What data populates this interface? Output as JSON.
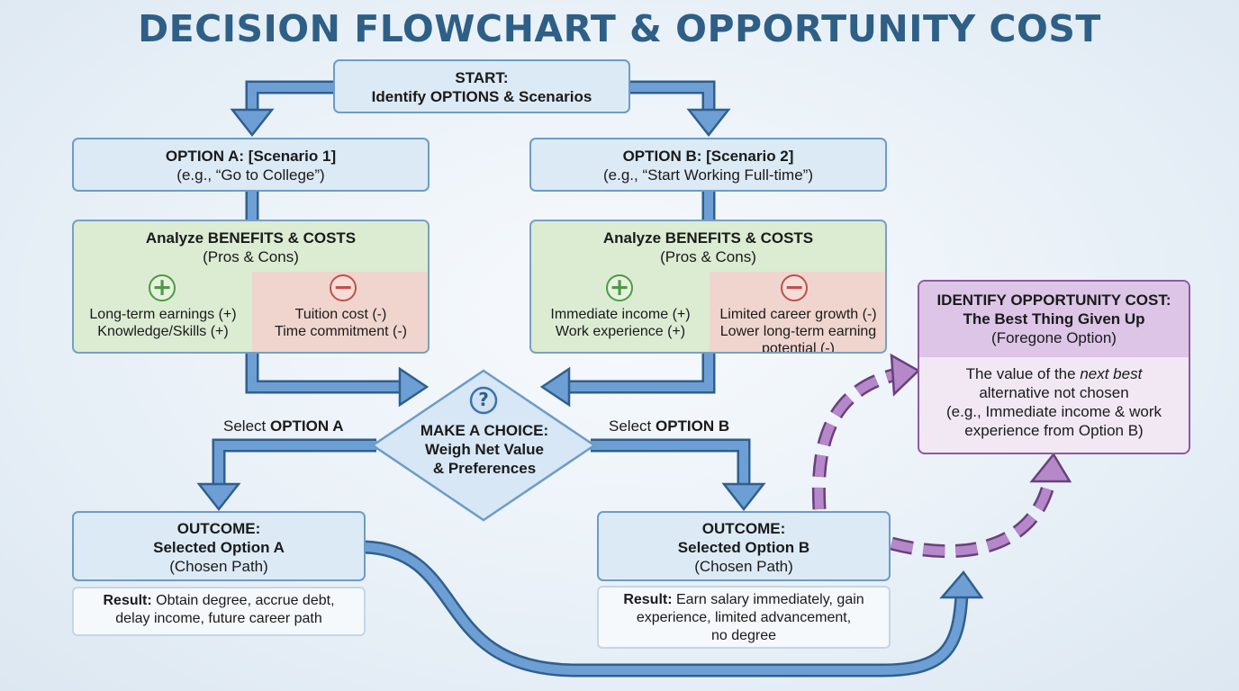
{
  "title": "DECISION FLOWCHART & OPPORTUNITY COST",
  "start": {
    "line1": "START:",
    "line2": "Identify OPTIONS & Scenarios"
  },
  "option_a": {
    "title": "OPTION A: [Scenario 1]",
    "example": "(e.g., “Go to College”)"
  },
  "option_b": {
    "title": "OPTION B: [Scenario 2]",
    "example": "(e.g., “Start Working Full-time”)"
  },
  "analysis_a": {
    "heading": "Analyze BENEFITS & COSTS",
    "sub": "(Pros & Cons)",
    "pros": [
      "Long-term earnings (+)",
      "Knowledge/Skills (+)"
    ],
    "cons": [
      "Tuition cost (-)",
      "Time commitment (-)"
    ]
  },
  "analysis_b": {
    "heading": "Analyze BENEFITS & COSTS",
    "sub": "(Pros & Cons)",
    "pros": [
      "Immediate income (+)",
      "Work experience (+)"
    ],
    "cons": [
      "Limited career growth (-)",
      "Lower long-term earning",
      "potential (-)"
    ]
  },
  "decision": {
    "icon": "?",
    "line1": "MAKE A CHOICE:",
    "line2": "Weigh Net Value",
    "line3": "& Preferences"
  },
  "select_a": {
    "prefix": "Select ",
    "option": "OPTION A"
  },
  "select_b": {
    "prefix": "Select ",
    "option": "OPTION B"
  },
  "outcome_a": {
    "line1": "OUTCOME:",
    "line2": "Selected Option A",
    "line3": "(Chosen Path)"
  },
  "outcome_b": {
    "line1": "OUTCOME:",
    "line2": "Selected Option B",
    "line3": "(Chosen Path)"
  },
  "result_a": {
    "label": "Result:",
    "text1": " Obtain degree, accrue debt,",
    "text2": "delay income, future career path"
  },
  "result_b": {
    "label": "Result:",
    "text1": " Earn salary immediately, gain",
    "text2": "experience, limited advancement,",
    "text3": "no degree"
  },
  "opportunity": {
    "line1": "IDENTIFY OPPORTUNITY COST:",
    "line2": "The Best Thing Given Up",
    "line3": "(Foregone Option)",
    "body_pre": "The value of the ",
    "body_em": "next best",
    "body2": "alternative not chosen",
    "body3": "(e.g., Immediate income & work",
    "body4": "experience from Option B)"
  },
  "colors": {
    "title": "#2e5f86",
    "flow_arrow": "#5b8fc9",
    "opportunity_arrow": "#a679bd",
    "pros_bg": "#dbecd3",
    "cons_bg": "#f0d5cf",
    "opportunity_bg": "#f1e8f4"
  }
}
